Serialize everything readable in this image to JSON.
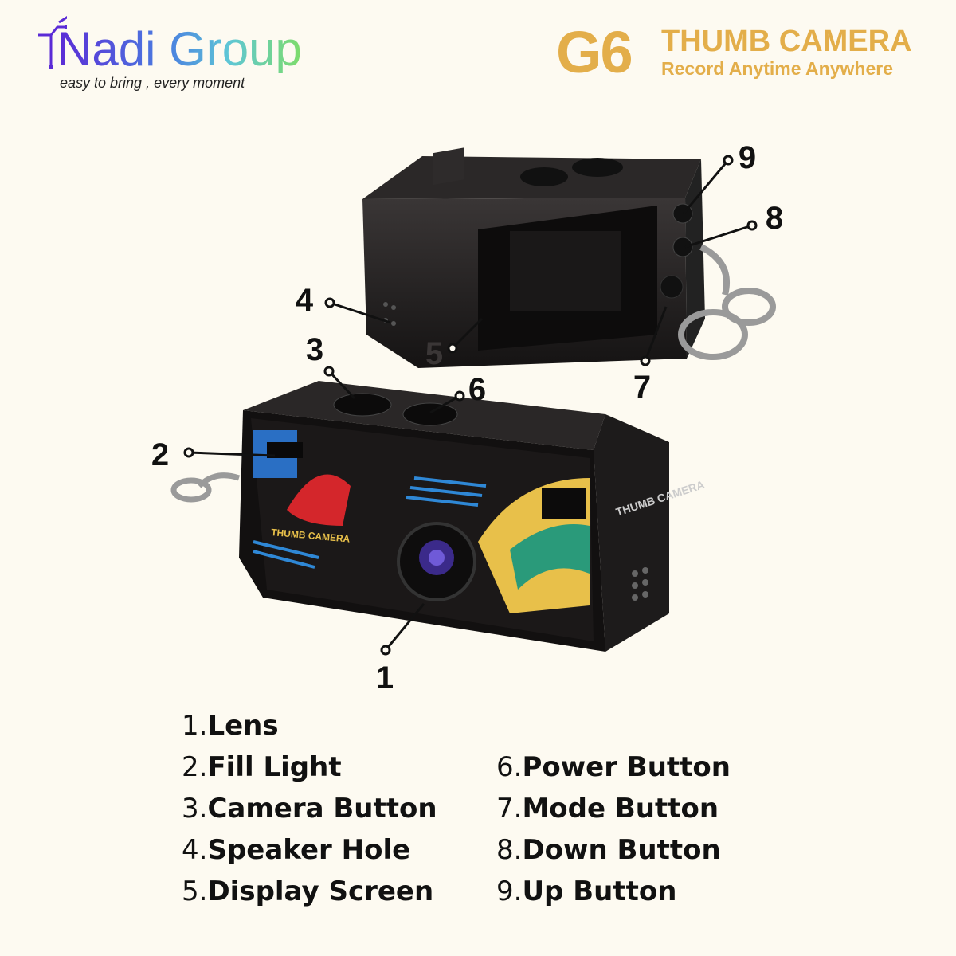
{
  "logo": {
    "name": "Nadi Group",
    "tagline": "easy to bring , every moment"
  },
  "brand": {
    "model": "G6",
    "title": "THUMB CAMERA",
    "subtitle": "Record Anytime Anywhere"
  },
  "device_print": {
    "front": "THUMB CAMERA",
    "side": "THUMB CAMERA"
  },
  "callouts": [
    "1",
    "2",
    "3",
    "4",
    "5",
    "6",
    "7",
    "8",
    "9"
  ],
  "legend": [
    {
      "num": "1.",
      "label": "Lens"
    },
    {
      "num": "2.",
      "label": "Fill Light"
    },
    {
      "num": "3.",
      "label": "Camera Button"
    },
    {
      "num": "4.",
      "label": "Speaker Hole"
    },
    {
      "num": "5.",
      "label": "Display Screen"
    },
    {
      "num": "6.",
      "label": "Power Button"
    },
    {
      "num": "7.",
      "label": "Mode Button"
    },
    {
      "num": "8.",
      "label": "Down Button"
    },
    {
      "num": "9.",
      "label": "Up Button"
    }
  ],
  "colors": {
    "background": "#fdfaf1",
    "brand": "#e3ae4a",
    "body": "#1c1a1a"
  }
}
